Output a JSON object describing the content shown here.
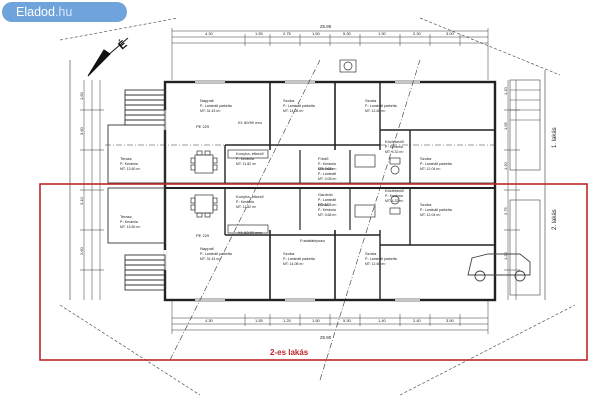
{
  "watermark": {
    "brand": "Eladod",
    "tld": ".hu"
  },
  "highlight": {
    "label": "2-es lakás",
    "color": "#c0262b"
  },
  "compass": {
    "label": "É"
  },
  "side_labels": {
    "top_unit": "1. lakás",
    "bottom_unit": "2. lakás"
  },
  "dimensions": {
    "top_total": "25.90",
    "bottom_total": "25.90",
    "top_row": [
      "4.30",
      "1.55",
      "2.75",
      "1.50",
      "5.30",
      "1.30",
      "2.30",
      "3.00"
    ],
    "bottom_row": [
      "4.30",
      "1.55",
      "1.25",
      "1.50",
      "5.30",
      "1.40",
      "2.40",
      "3.50"
    ],
    "left_col": [
      "1.60",
      "3.60",
      "3.10",
      "2.60"
    ],
    "right_col": [
      "1.20",
      "1.65",
      "1.20",
      "2.75",
      "1.20"
    ]
  },
  "rooms_unit1": [
    {
      "name": "Nappali",
      "floor": "P.: Laminált parketta",
      "area": "MT: 31.43 m²"
    },
    {
      "name": "Szoba",
      "floor": "P.: Laminált parketta",
      "area": "MT: 14.08 m²"
    },
    {
      "name": "Szoba",
      "floor": "P.: Laminált parketta",
      "area": "MT: 12.60 m²"
    },
    {
      "name": "Terasz",
      "floor": "P.: Kerámia",
      "area": "MT: 13.60 m²"
    },
    {
      "name": "Konyha, étkező",
      "floor": "P.: Kerámia",
      "area": "MT: 11.82 m²"
    },
    {
      "name": "Fürdő",
      "floor": "P.: Kerámia",
      "area": "MT: 3.68 m²"
    },
    {
      "name": "Gardrób",
      "floor": "P.: Laminált",
      "area": "MT: 3.08 m²"
    },
    {
      "name": "Közlekedő",
      "floor": "P.: Kerámia",
      "area": "MT: 4.32 m²"
    },
    {
      "name": "Szoba",
      "floor": "P.: Laminált parketta",
      "area": "MT: 12.04 m²"
    }
  ],
  "rooms_unit2": [
    {
      "name": "Terasz",
      "floor": "P.: Kerámia",
      "area": "MT: 13.60 m²"
    },
    {
      "name": "Konyha, étkező",
      "floor": "P.: Kerámia",
      "area": "MT: 11.82 m²"
    },
    {
      "name": "Gardrób",
      "floor": "P.: Laminált",
      "area": "MT: 3.08 m²"
    },
    {
      "name": "Fürdő",
      "floor": "P.: Kerámia",
      "area": "MT: 3.68 m²"
    },
    {
      "name": "Közlekedő",
      "floor": "P.: Kerámia",
      "area": "MT: 4.32 m²"
    },
    {
      "name": "Szoba",
      "floor": "P.: Laminált parketta",
      "area": "MT: 12.04 m²"
    },
    {
      "name": "Nappali",
      "floor": "P.: Laminált parketta",
      "area": "MT: 31.43 m²"
    },
    {
      "name": "Szoba",
      "floor": "P.: Laminált parketta",
      "area": "MT: 14.08 m²"
    },
    {
      "name": "Szoba",
      "floor": "P.: Laminált parketta",
      "area": "MT: 12.60 m²"
    }
  ],
  "notes": {
    "pe_top": "PE 229",
    "pe_bottom": "PE 229",
    "wall_top": "Kf: 60/90 mm",
    "wall_bottom": "Kf: 60/90 mm",
    "wardrobe": "Fustafalépcso"
  }
}
